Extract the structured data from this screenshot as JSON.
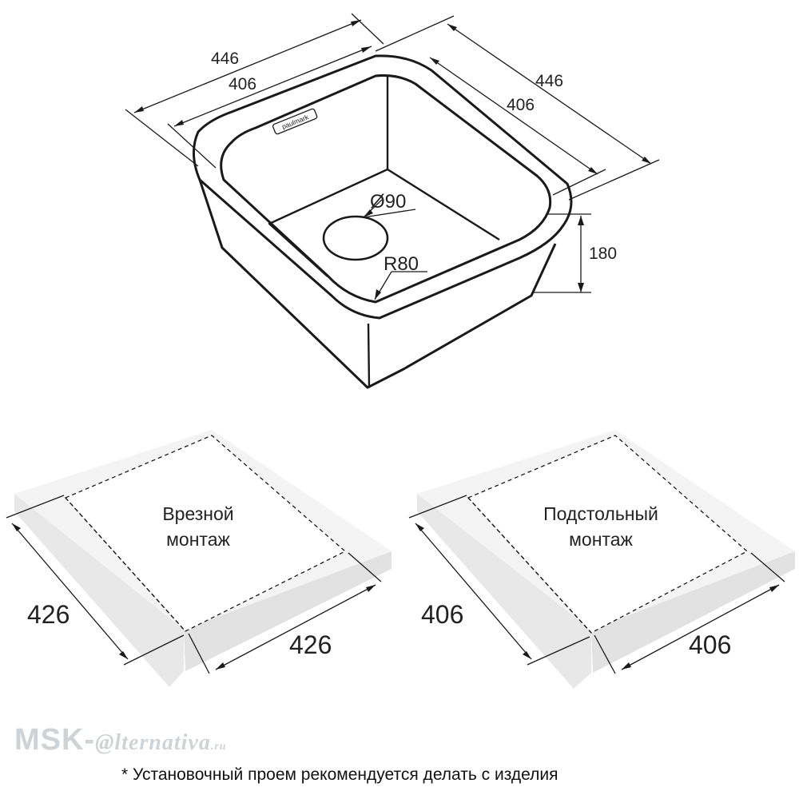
{
  "sink": {
    "brand_label": "paulmark",
    "dim_outer_width": "446",
    "dim_inner_width": "406",
    "dim_outer_depth": "446",
    "dim_inner_depth": "406",
    "dim_drain": "Ø90",
    "dim_radius": "R80",
    "dim_height": "180"
  },
  "cutouts": [
    {
      "title_line1": "Врезной",
      "title_line2": "монтаж",
      "dim_a": "426",
      "dim_b": "426"
    },
    {
      "title_line1": "Подстольный",
      "title_line2": "монтаж",
      "dim_a": "406",
      "dim_b": "406"
    }
  ],
  "footnote": "* Установочный проем рекомендуется делать с изделия",
  "watermark": {
    "part1": "MSK-",
    "part2": "@",
    "part3": "lternativa",
    "part4": ".ru"
  },
  "colors": {
    "line": "#1a1a1a",
    "slab_top": "#f4f4f4",
    "slab_side": "#e2e2e2",
    "watermark": "#cfd3d6"
  }
}
